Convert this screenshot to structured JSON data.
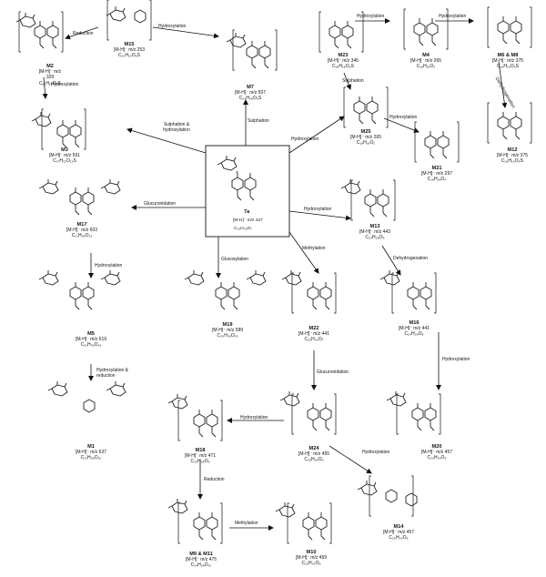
{
  "parent": {
    "id": "7a",
    "mz": "[M-H]⁻ m/z 427",
    "formula": "C₂₅H₂₈O₇"
  },
  "metabolites": [
    {
      "key": "M2",
      "id": "M2",
      "mz": "[M-H]⁻ m/z 329",
      "formula": "C₁₈H₁₈O₅S"
    },
    {
      "key": "M15",
      "id": "M15",
      "mz": "[M-H]⁻ m/z 253",
      "formula": "C₁₀H₁₄O₆S"
    },
    {
      "key": "M7",
      "id": "M7",
      "mz": "[M-H]⁻ m/z 507",
      "formula": "C₂₄H₂₈O₉S"
    },
    {
      "key": "M23",
      "id": "M23",
      "mz": "[M-H]⁻ m/z 345",
      "formula": "C₁₈H₁₈O₆S"
    },
    {
      "key": "M4",
      "id": "M4",
      "mz": "[M-H]⁻ m/z 265",
      "formula": "C₁₈H₁₈O₂"
    },
    {
      "key": "M6M8",
      "id": "M6 & M8",
      "mz": "[M-H]⁻ m/z 375",
      "formula": "C₁₈H₁₆O₆S"
    },
    {
      "key": "M12",
      "id": "M12",
      "mz": "[M-H]⁻ m/z 375",
      "formula": "C₁₈H₁₆O₆S"
    },
    {
      "key": "M3",
      "id": "M3",
      "mz": "[M-H]⁻ m/z 591",
      "formula": "C₂₇H₃₂O₁₂S"
    },
    {
      "key": "M25",
      "id": "M25",
      "mz": "[M-H]⁻ m/z 265",
      "formula": "C₁₈H₁₈O₂"
    },
    {
      "key": "M21",
      "id": "M21",
      "mz": "[M-H]⁻ m/z 297",
      "formula": "C₁₈H₁₈O₄"
    },
    {
      "key": "M17",
      "id": "M17",
      "mz": "[M-H]⁻ m/z 603",
      "formula": "C₃₁H₃₆O₁₃"
    },
    {
      "key": "M13",
      "id": "M13",
      "mz": "[M-H]⁻ m/z 443",
      "formula": "C₂₄H₂₈O₈"
    },
    {
      "key": "M5",
      "id": "M5",
      "mz": "[M-H]⁻ m/z 619",
      "formula": "C₃₁H₃₆O₁₄"
    },
    {
      "key": "M19",
      "id": "M19",
      "mz": "[M-H]⁻ m/z 589",
      "formula": "C₃₀H₃₄O₁₃"
    },
    {
      "key": "M22",
      "id": "M22",
      "mz": "[M-H]⁻ m/z 441",
      "formula": "C₂₅H₃₀O₇"
    },
    {
      "key": "M16",
      "id": "M16",
      "mz": "[M-H]⁻ m/z 441",
      "formula": "C₂₄H₂₆O₈"
    },
    {
      "key": "M1",
      "id": "M1",
      "mz": "[M-H]⁻ m/z 637",
      "formula": "C₃₁H₃₈O₁₅"
    },
    {
      "key": "M18",
      "id": "M18",
      "mz": "[M-H]⁻ m/z 471",
      "formula": "C₂₅H₂₈O₉"
    },
    {
      "key": "M24",
      "id": "M24",
      "mz": "[M-H]⁻ m/z 455",
      "formula": "C₂₅H₂₈O₈"
    },
    {
      "key": "M20",
      "id": "M20",
      "mz": "[M-H]⁻ m/z 457",
      "formula": "C₂₄H₂₆O₉"
    },
    {
      "key": "M9M11",
      "id": "M9 & M11",
      "mz": "[M-H]⁻ m/z 475",
      "formula": "C₂₄H₂₈O₁₀"
    },
    {
      "key": "M10",
      "id": "M10",
      "mz": "[M-H]⁻ m/z 459",
      "formula": "C₂₅H₃₂O₈"
    },
    {
      "key": "M14",
      "id": "M14",
      "mz": "[M-H]⁻ m/z 457",
      "formula": "C₂₅H₃₀O₈"
    }
  ],
  "reactions": {
    "reduction_top": "Reduction",
    "hydroxylation_m15_m7": "Hydroxylation",
    "hydroxylation_m23_m4": "Hydroxylation",
    "hydroxylation_m4_m6": "Hydroxylation",
    "dehydrogenation_m12": "Dehydrogenation",
    "hydroxylation_m2_m3": "Hydroxylation",
    "sulphation_m25": "Sulphation",
    "hydroxylation_m25_m21": "Hydroxylation",
    "sulphation_hydroxylation": "Sulphation & hydroxylation",
    "sulphation_7a_m7": "Sulphation",
    "hydroxylation_7a_m25": "Hydroxylation",
    "glucuronidation_m17": "Glucuronidation",
    "hydroxylation_7a_m13": "Hydroxylation",
    "hydroxylation_m17_m5": "Hydroxylation",
    "glucosylation_m19": "Glucosylation",
    "methylation_m22": "Methylation",
    "dehydrogenation_m16": "Dehydrogenation",
    "hydroxylation_reduction": "Hydroxylation & reduction",
    "glucuronidation_m24": "Glucuronidation",
    "hydroxylation_m16_m20": "Hydroxylation",
    "hydroxylation_m24_m18": "Hydroxylation",
    "hydroxylation_m24_m14": "Hydroxylation",
    "reduction_m18_m9": "Reduction",
    "methylation_m10": "Methylation"
  }
}
